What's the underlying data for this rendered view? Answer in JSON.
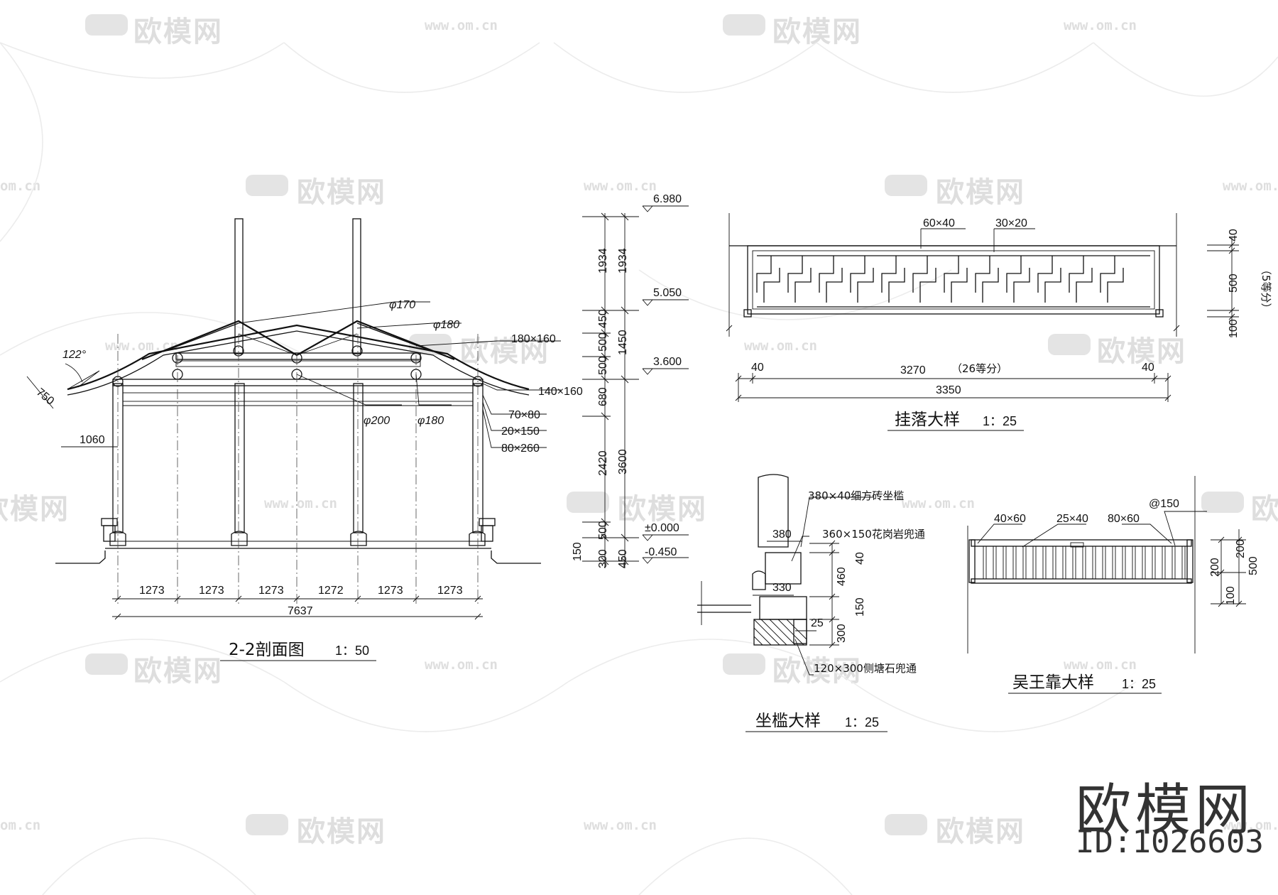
{
  "watermark": {
    "brand": "欧模网",
    "url": "www.om.cn",
    "url_short": "om.cn",
    "id_text": "ID:1026603"
  },
  "section": {
    "title": "2-2剖面图",
    "scale": "1：50",
    "bays": [
      "1273",
      "1273",
      "1273",
      "1272",
      "1273",
      "1273"
    ],
    "total": "7637",
    "eave_dim": "1060",
    "overhang": "750",
    "angle": "122°",
    "members": {
      "phi170": "φ170",
      "phi180_top": "φ180",
      "b180x160": "180×160",
      "b140x160": "140×160",
      "b70x80": "70×80",
      "b20x150": "20×150",
      "b80x260": "80×260",
      "phi200": "φ200",
      "phi180_low": "φ180"
    }
  },
  "levels": {
    "elevations": [
      "6.980",
      "5.050",
      "3.600",
      "±0.000",
      "-0.450"
    ],
    "inner_dims": [
      "1934",
      "450",
      "500",
      "500",
      "680",
      "2420",
      "500",
      "300",
      "150"
    ],
    "outer_dims": [
      "1934",
      "1450",
      "3600",
      "450"
    ]
  },
  "gualuo": {
    "title": "挂落大样",
    "scale": "1：25",
    "labels": {
      "rail": "60×40",
      "bar": "30×20",
      "end_left": "40",
      "span": "3270",
      "division": "（26等分）",
      "end_right": "40",
      "total": "3350"
    },
    "side_dims": [
      "40",
      "500",
      "100"
    ],
    "side_note": "（5等分）"
  },
  "zuokan": {
    "title": "坐槛大样",
    "scale": "1：25",
    "notes": [
      "380×40细方砖坐槛",
      "360×150花岗岩兜通",
      "120×300侧塘石兜通"
    ],
    "dims": [
      "380",
      "330",
      "40",
      "460",
      "150",
      "25",
      "300"
    ]
  },
  "wuwangkao": {
    "title": "吴王靠大样",
    "scale": "1：25",
    "labels": [
      "40×60",
      "25×40",
      "80×60",
      "@150"
    ],
    "dims": [
      "200",
      "200",
      "100",
      "500"
    ]
  }
}
